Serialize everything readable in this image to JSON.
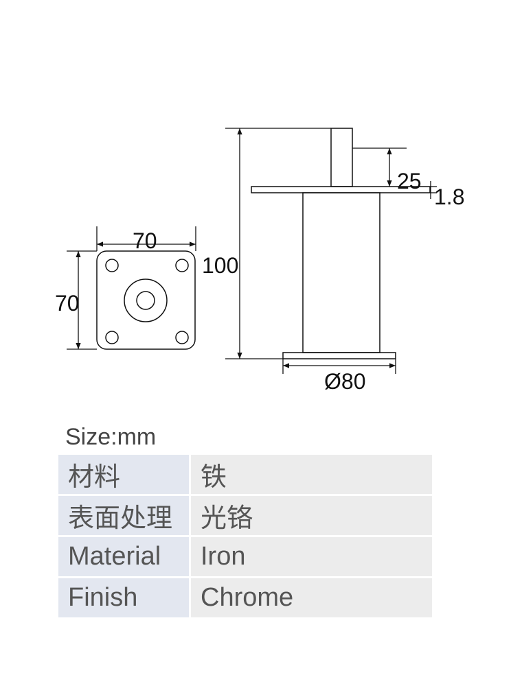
{
  "drawing": {
    "plate_width": "70",
    "plate_height": "70",
    "total_height": "100",
    "stem_length": "25",
    "plate_thickness": "1.8",
    "base_diameter": "Ø80"
  },
  "size_label": "Size:mm",
  "spec_table": [
    {
      "key": "材料",
      "value": "铁"
    },
    {
      "key": "表面处理",
      "value": "光铬"
    },
    {
      "key": "Material",
      "value": "Iron"
    },
    {
      "key": "Finish",
      "value": "Chrome"
    }
  ]
}
